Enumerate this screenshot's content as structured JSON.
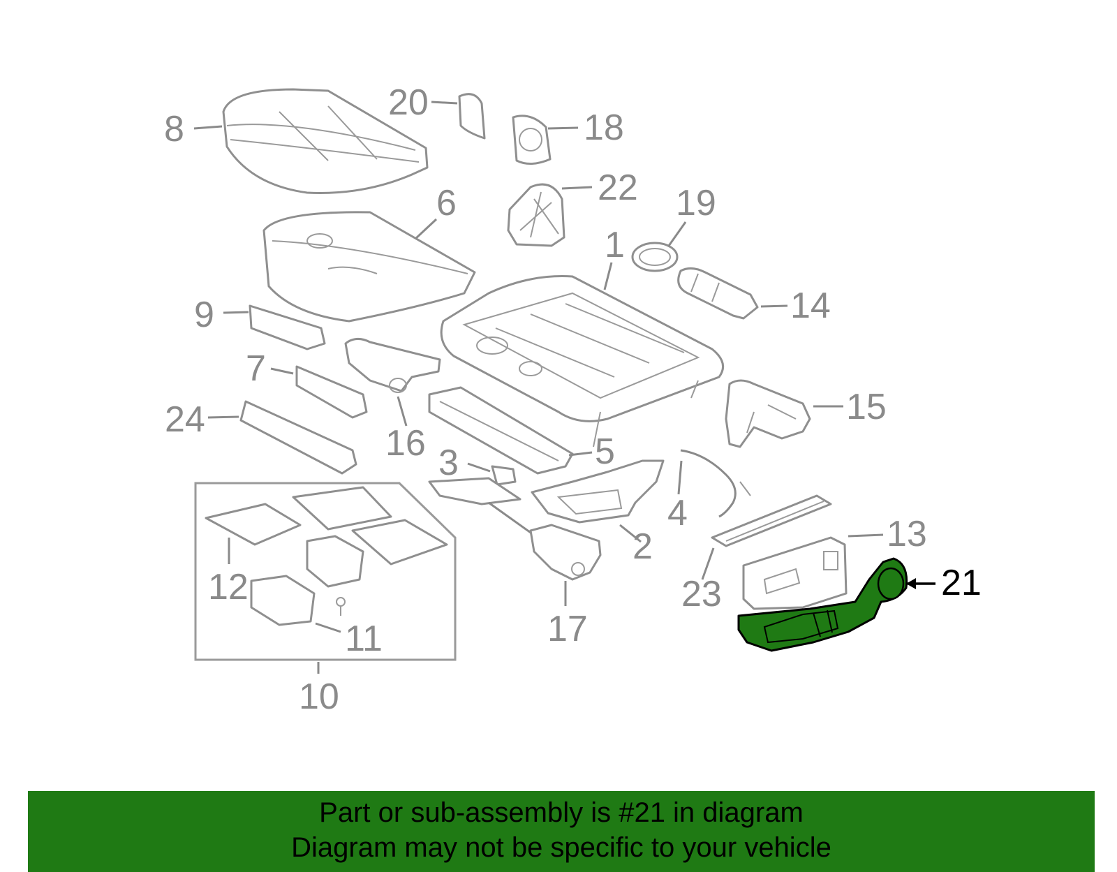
{
  "colors": {
    "banner": "#1f7a14",
    "highlight_part": "#1f7a14",
    "label_gray": "#8a8a8a",
    "line_gray": "#8f8f8f",
    "label_highlight": "#000000"
  },
  "labels": {
    "p1": "1",
    "p2": "2",
    "p3": "3",
    "p4": "4",
    "p5": "5",
    "p6": "6",
    "p7": "7",
    "p8": "8",
    "p9": "9",
    "p10": "10",
    "p11": "11",
    "p12": "12",
    "p13": "13",
    "p14": "14",
    "p15": "15",
    "p16": "16",
    "p17": "17",
    "p18": "18",
    "p19": "19",
    "p20": "20",
    "p21": "21",
    "p22": "22",
    "p23": "23",
    "p24": "24"
  },
  "highlighted_part": "21",
  "banner": {
    "line1": "Part or sub-assembly is #21 in diagram",
    "line2": "Diagram may not be specific to your vehicle"
  }
}
